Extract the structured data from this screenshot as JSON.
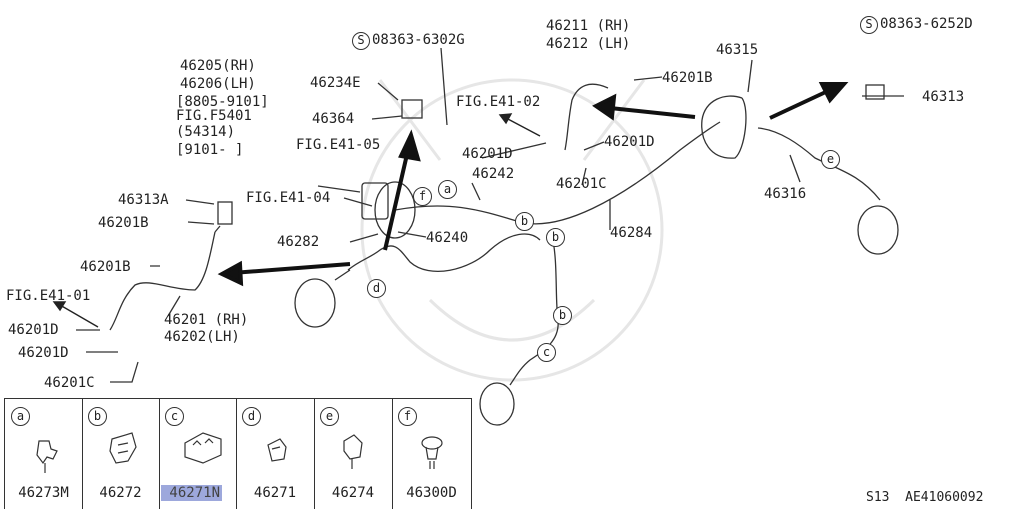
{
  "diagram": {
    "labels": {
      "p46205": "46205(RH)",
      "p46206": "46206(LH)",
      "range1": "[8805-9101]",
      "figF5401": "FIG.F5401",
      "p54314": "(54314)",
      "range2": "[9101-  ]",
      "bolt1": "08363-6302G",
      "p46234E": "46234E",
      "p46364": "46364",
      "figE4105": "FIG.E41-05",
      "figE4104": "FIG.E41-04",
      "p46313A": "46313A",
      "p46201B_l": "46201B",
      "p46282": "46282",
      "p46240": "46240",
      "p46201B_l2": "46201B",
      "figE4101": "FIG.E41-01",
      "p46201D_l": "46201D",
      "p46201D_l2": "46201D",
      "p46201C_l": "46201C",
      "p46201rh": "46201 (RH)",
      "p46202lh": "46202(LH)",
      "p46211": "46211 (RH)",
      "p46212": "46212 (LH)",
      "p46201B_r": "46201B",
      "figE4102": "FIG.E41-02",
      "p46201D_r": "46201D",
      "p46201D_c": "46201D",
      "p46201C_r": "46201C",
      "p46242": "46242",
      "p46284": "46284",
      "p46315": "46315",
      "bolt2": "08363-6252D",
      "p46313": "46313",
      "p46316": "46316"
    },
    "callouts": {
      "a": "a",
      "b": "b",
      "c": "c",
      "d": "d",
      "e": "e",
      "f": "f"
    }
  },
  "legend": [
    {
      "letter": "a",
      "part": "46273M"
    },
    {
      "letter": "b",
      "part": "46272"
    },
    {
      "letter": "c",
      "part": "46271N"
    },
    {
      "letter": "d",
      "part": "46271"
    },
    {
      "letter": "e",
      "part": "46274"
    },
    {
      "letter": "f",
      "part": "46300D"
    }
  ],
  "footer": {
    "model": "S13",
    "code": "AE41060092"
  },
  "colors": {
    "highlight": "#8c9ad6",
    "line": "#222222"
  }
}
